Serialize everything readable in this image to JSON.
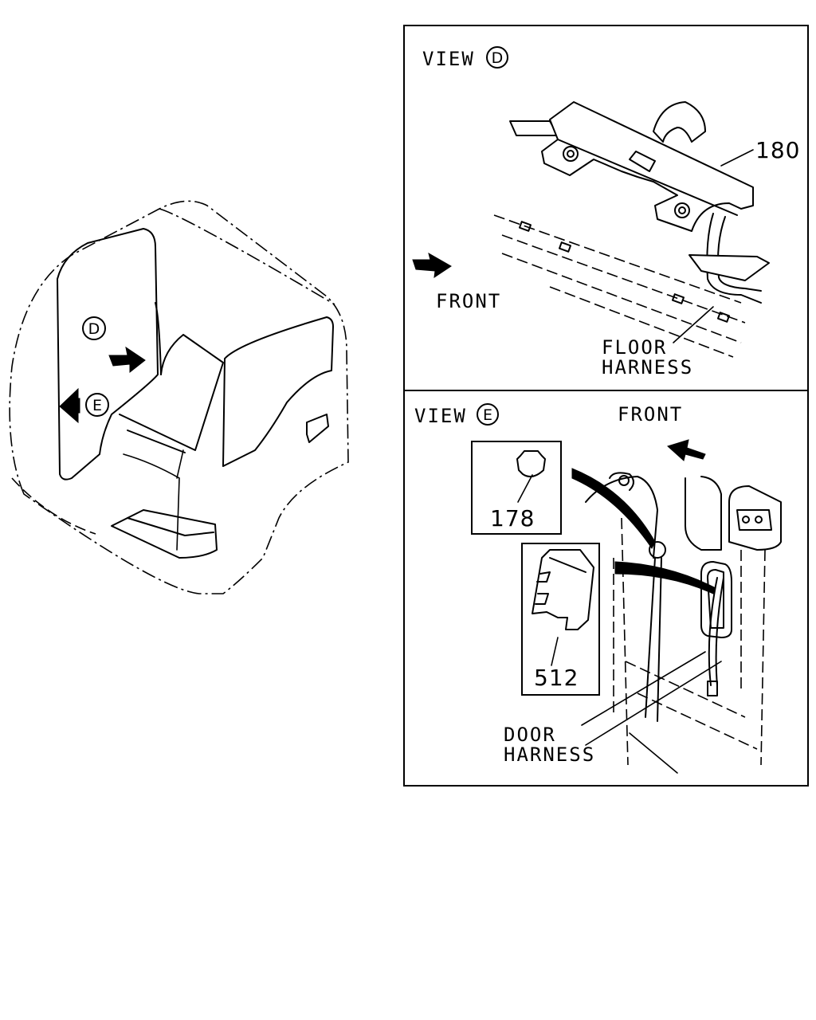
{
  "overview": {
    "marker_d": "D",
    "marker_e": "E"
  },
  "view_d": {
    "title": "VIEW",
    "letter": "D",
    "part_180": "180",
    "front": "FRONT",
    "floor_harness_line1": "FLOOR",
    "floor_harness_line2": "HARNESS"
  },
  "view_e": {
    "title": "VIEW",
    "letter": "E",
    "front": "FRONT",
    "part_178": "178",
    "part_512": "512",
    "door_harness_line1": "DOOR",
    "door_harness_line2": "HARNESS"
  }
}
